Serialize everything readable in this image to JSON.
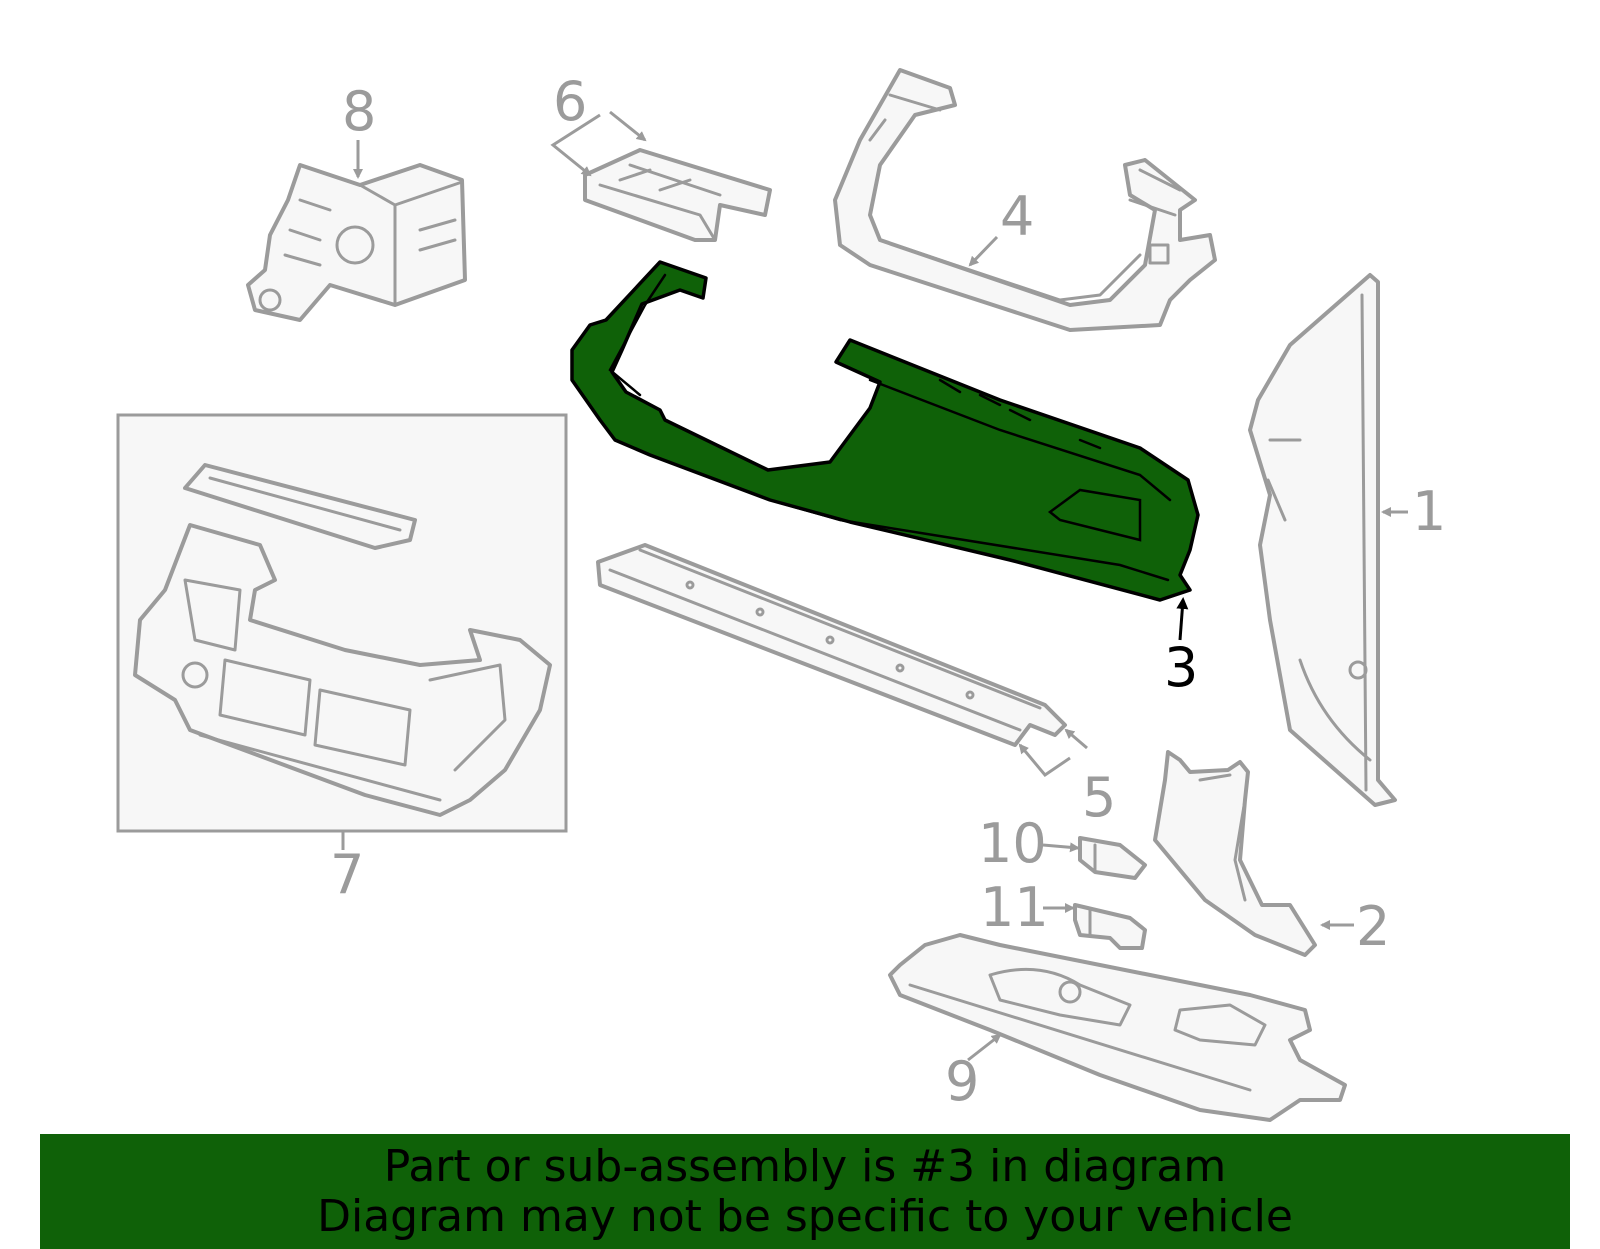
{
  "callouts": {
    "c1": "1",
    "c2": "2",
    "c3": "3",
    "c4": "4",
    "c5": "5",
    "c6": "6",
    "c7": "7",
    "c8": "8",
    "c9": "9",
    "c10": "10",
    "c11": "11"
  },
  "highlighted_part": "3",
  "banner": {
    "line1": "Part or sub-assembly is #3 in diagram",
    "line2": "Diagram may not be specific to your vehicle"
  },
  "colors": {
    "highlight": "#0f6108",
    "outline": "#9b9b9b",
    "banner": "#0f6108"
  }
}
